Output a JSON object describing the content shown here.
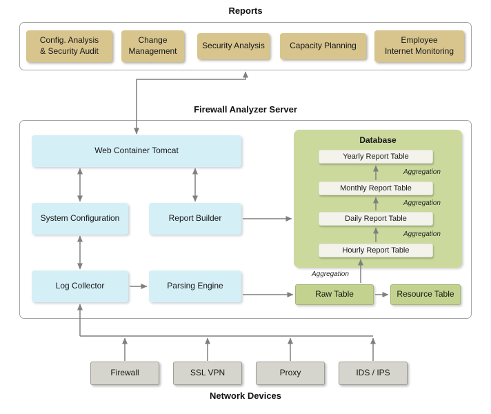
{
  "reports": {
    "title": "Reports",
    "items": [
      {
        "label": "Config. Analysis\n& Security Audit"
      },
      {
        "label": "Change\nManagement"
      },
      {
        "label": "Security Analysis"
      },
      {
        "label": "Capacity Planning"
      },
      {
        "label": "Employee\nInternet Monitoring"
      }
    ]
  },
  "server": {
    "title": "Firewall Analyzer Server",
    "components": {
      "web_container": "Web Container Tomcat",
      "system_configuration": "System Configuration",
      "report_builder": "Report Builder",
      "log_collector": "Log Collector",
      "parsing_engine": "Parsing Engine"
    },
    "database": {
      "title": "Database",
      "tables": [
        {
          "label": "Yearly Report Table"
        },
        {
          "label": "Monthly Report Table"
        },
        {
          "label": "Daily Report Table"
        },
        {
          "label": "Hourly Report Table"
        }
      ],
      "aggregation_label": "Aggregation"
    },
    "raw_table": "Raw Table",
    "resource_table": "Resource Table",
    "aggregation_label": "Aggregation"
  },
  "network": {
    "title": "Network Devices",
    "items": [
      {
        "label": "Firewall"
      },
      {
        "label": "SSL VPN"
      },
      {
        "label": "Proxy"
      },
      {
        "label": "IDS / IPS"
      }
    ]
  },
  "colors": {
    "report_box": "#d8c58e",
    "server_box": "#d5eff7",
    "database_panel": "#cbd99d",
    "table_box": "#f3f3ec",
    "green_box": "#c3d38f",
    "device_box": "#d5d5cd",
    "arrow": "#7f7f7f"
  }
}
